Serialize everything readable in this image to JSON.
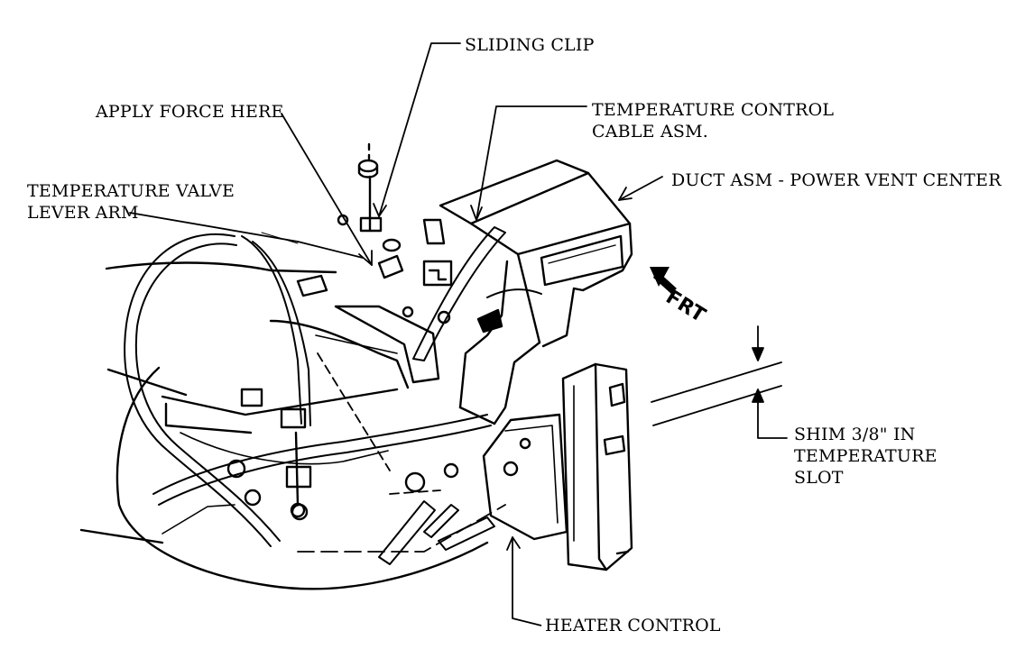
{
  "colors": {
    "ink": "#000000",
    "paper": "#ffffff"
  },
  "labels": {
    "sliding_clip": "SLIDING CLIP",
    "apply_force": "APPLY FORCE HERE",
    "temp_cable_l1": "TEMPERATURE CONTROL",
    "temp_cable_l2": "CABLE ASM.",
    "duct": "DUCT ASM - POWER VENT CENTER",
    "valve_l1": "TEMPERATURE VALVE",
    "valve_l2": "LEVER ARM",
    "frt": "FRT",
    "shim_l1": "SHIM 3/8\" IN",
    "shim_l2": "TEMPERATURE",
    "shim_l3": "SLOT",
    "heater": "HEATER CONTROL"
  }
}
